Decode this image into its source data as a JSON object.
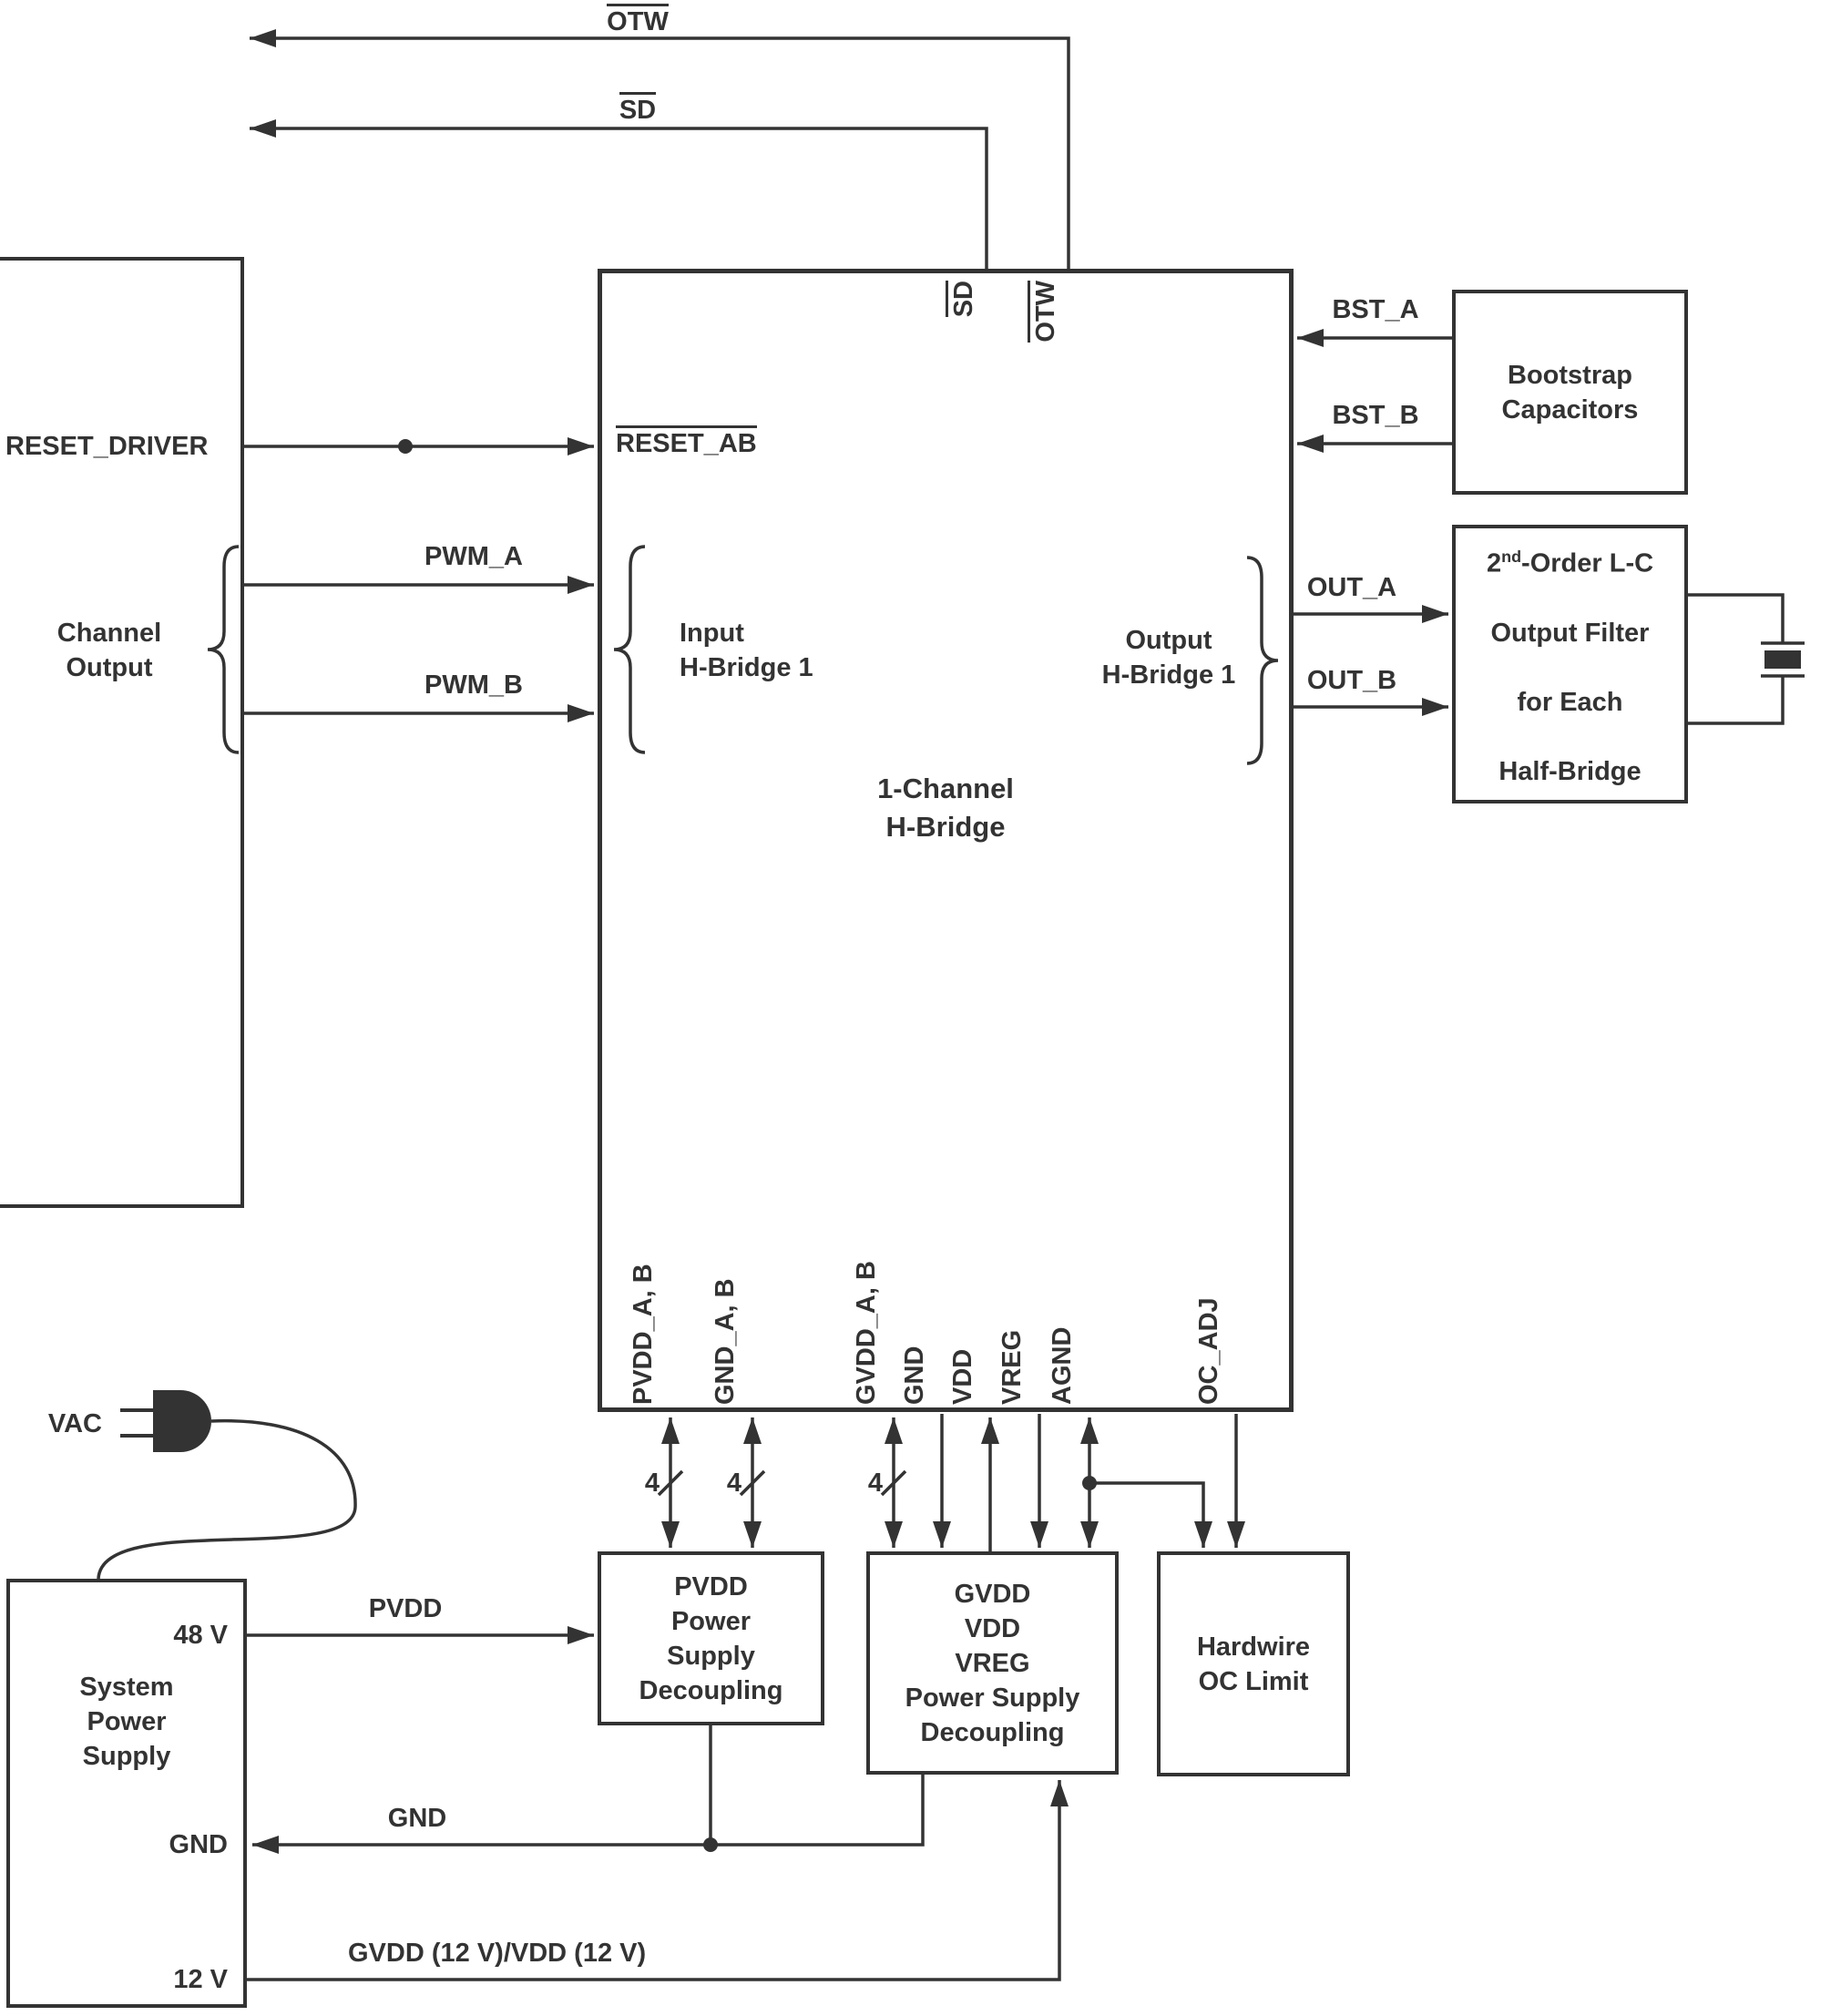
{
  "diagram": {
    "signals": {
      "otw": "OTW",
      "sd": "SD",
      "reset_driver": "RESET_DRIVER",
      "reset_ab": "RESET_AB",
      "pwm_a": "PWM_A",
      "pwm_b": "PWM_B",
      "bst_a": "BST_A",
      "bst_b": "BST_B",
      "out_a": "OUT_A",
      "out_b": "OUT_B",
      "pvdd": "PVDD",
      "gnd": "GND",
      "gvdd_vdd_12v": "GVDD (12 V)/VDD (12 V)",
      "vac": "VAC",
      "bus_width": "4"
    },
    "groups": {
      "channel_output": "Channel\nOutput",
      "input_bridge": "Input\nH-Bridge 1",
      "output_bridge": "Output\nH-Bridge 1"
    },
    "main_block": {
      "title": "1-Channel\nH-Bridge",
      "pins_top": [
        "SD",
        "OTW"
      ],
      "pins_bottom": [
        "PVDD_A, B",
        "GND_A, B",
        "GVDD_A, B",
        "GND",
        "VDD",
        "VREG",
        "AGND",
        "OC_ADJ"
      ]
    },
    "blocks": {
      "bootstrap": "Bootstrap\nCapacitors",
      "lc_filter": {
        "l1_base": "2",
        "l1_sup": "nd",
        "l1_rest": "-Order L-C",
        "l2": "Output Filter",
        "l3": "for Each",
        "l4": "Half-Bridge"
      },
      "pvdd_decoupling": "PVDD\nPower\nSupply\nDecoupling",
      "gvdd_decoupling": "GVDD\nVDD\nVREG\nPower Supply\nDecoupling",
      "hardwire_oc": "Hardwire\nOC Limit",
      "system_ps": {
        "title": "System\nPower\nSupply",
        "pin_48v": "48 V",
        "pin_gnd": "GND",
        "pin_12v": "12 V"
      }
    }
  }
}
